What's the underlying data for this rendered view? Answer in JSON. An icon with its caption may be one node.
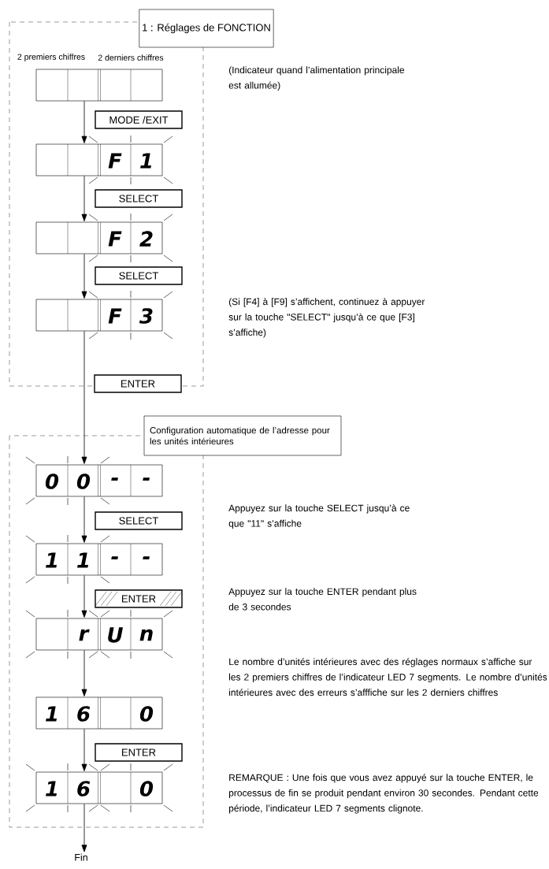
{
  "diagram": {
    "nodes": [
      {
        "text": [
          "1 : Réglages de FONCTION"
        ]
      },
      {
        "text": [],
        "shape": "box",
        "in": 0,
        "beside": [
          "2 premiers chiffres",
          "2 derniers chiffres"
        ]
      },
      {
        "text": [
          "F",
          "1"
        ],
        "in": 0
      },
      {
        "text": [
          "F",
          "2"
        ],
        "in": 0
      },
      {
        "text": [
          "F",
          "3"
        ],
        "in": 0
      },
      {
        "text": [
          "Configuration automatique de l’adresse pour les unités intérieures"
        ]
      },
      {
        "text": [
          "0",
          "0",
          "-",
          "-"
        ],
        "in": 5
      },
      {
        "text": [
          "1",
          "1",
          "-",
          "-"
        ],
        "in": 5
      },
      {
        "text": [
          "r",
          "U",
          "n"
        ],
        "in": 5
      },
      {
        "text": [
          "1",
          "6",
          "0"
        ],
        "in": 5
      },
      {
        "text": [
          "1",
          "6",
          "0"
        ],
        "in": 5
      },
      {
        "text": [
          "Fin"
        ]
      }
    ],
    "edges": [
      {
        "from": 1,
        "to": 2,
        "arrow": "to",
        "label": "MODE /EXIT"
      },
      {
        "from": 2,
        "to": 3,
        "arrow": "to",
        "label": "SELECT"
      },
      {
        "from": 3,
        "to": 4,
        "arrow": "to",
        "label": "SELECT"
      },
      {
        "from": 4,
        "to": 6,
        "arrow": "to",
        "label": "ENTER"
      },
      {
        "from": 6,
        "to": 7,
        "arrow": "to",
        "label": "SELECT"
      },
      {
        "from": 7,
        "to": 8,
        "arrow": "to",
        "label": "ENTER"
      },
      {
        "from": 8,
        "to": 9,
        "arrow": "to"
      },
      {
        "from": 9,
        "to": 10,
        "arrow": "to",
        "label": "ENTER"
      },
      {
        "from": 10,
        "to": 11,
        "arrow": "to"
      }
    ],
    "labels": [
      "(Indicateur quand l’alimentation principale est allumée)",
      "(Si [F4] à [F9] s’affichent, continuez à appuyer sur la touche \"SELECT\" jusqu’à ce que [F3] s’affiche)",
      "Appuyez sur la touche SELECT jusqu’à ce que \"11\" s’affiche",
      "Appuyez sur la touche ENTER pendant plus de 3 secondes",
      "Le nombre d’unités intérieures avec des réglages normaux s’affiche sur les 2 premiers chiffres de l’indicateur LED 7 segments. Le nombre d’unités intérieures avec des erreurs s’afffiche sur les 2 derniers chiffres",
      "REMARQUE : Une fois que vous avez appuyé sur la touche ENTER, le processus de fin se produit pendant environ 30 secondes. Pendant cette période, l’indicateur LED 7 segments clignote."
    ]
  }
}
